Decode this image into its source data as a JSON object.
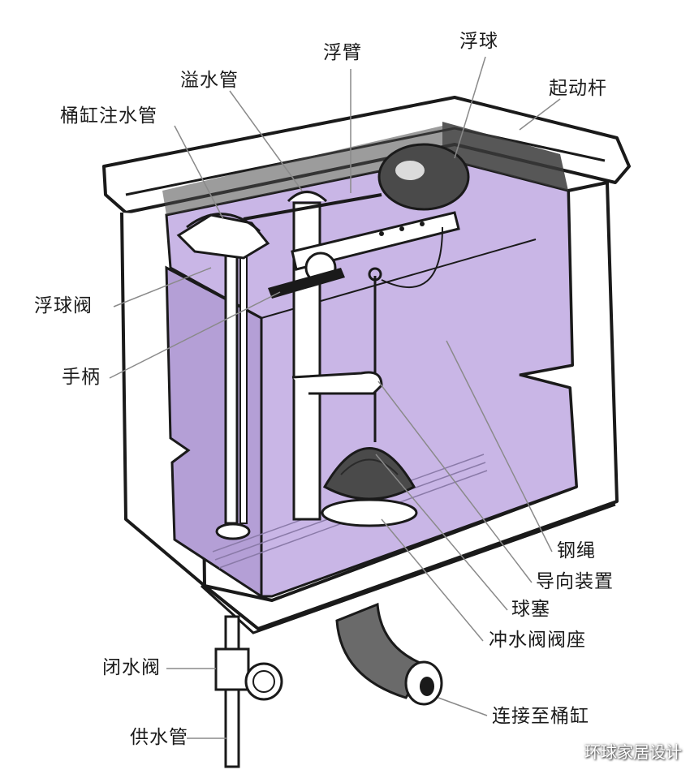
{
  "labels": {
    "float_arm": "浮臂",
    "float_ball": "浮球",
    "overflow_pipe": "溢水管",
    "trip_lever": "起动杆",
    "bowl_refill_tube": "桶缸注水管",
    "ballcock": "浮球阀",
    "handle": "手柄",
    "lift_wire": "钢绳",
    "guide": "导向装置",
    "tank_ball": "球塞",
    "flush_valve_seat": "冲水阀阀座",
    "shutoff_valve": "闭水阀",
    "supply_pipe": "供水管",
    "to_bowl": "连接至桶缸"
  },
  "watermark": "环球家居设计",
  "colors": {
    "water": "#c9b6e6",
    "water_dark": "#b49fd6",
    "line": "#1a1a1a",
    "tank": "#ffffff",
    "rubber": "#4a4a4a",
    "leader": "#8a8a8a"
  }
}
